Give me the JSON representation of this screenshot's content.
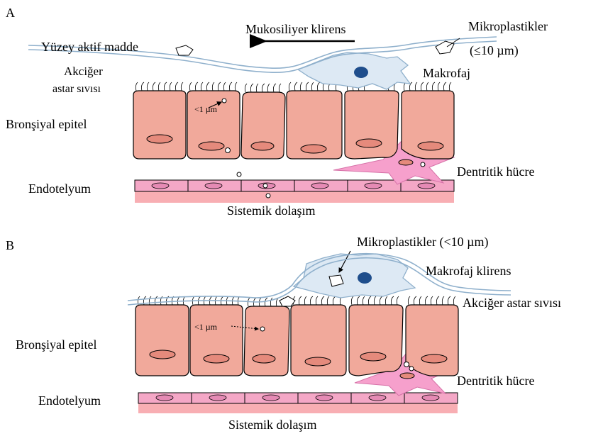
{
  "panel_a": {
    "letter": "A",
    "surfactant": "Yüzey aktif madde",
    "mucociliary": "Mukosiliyer klirens",
    "microplastics_line1": "Mikroplastikler",
    "microplastics_line2": "(≤10 µm)",
    "lining_fluid_line1": "Akciğer",
    "lining_fluid_line2": "astar sıvısı",
    "macrophage": "Makrofaj",
    "particle_size": "<1 µm",
    "bronchial_epithelium": "Bronşiyal epitel",
    "dendritic_cell": "Dentritik hücre",
    "endothelium": "Endotelyum",
    "systemic_circulation": "Sistemik dolaşım"
  },
  "panel_b": {
    "letter": "B",
    "microplastics": "Mikroplastikler (<10 µm)",
    "macrophage_clearance": "Makrofaj klirens",
    "lining_fluid": "Akciğer astar sıvısı",
    "particle_size": "<1 µm",
    "bronchial_epithelium": "Bronşiyal epitel",
    "dendritic_cell": "Dentritik hücre",
    "endothelium": "Endotelyum",
    "systemic_circulation": "Sistemik dolaşım"
  },
  "colors": {
    "epithelial_cell": "#f1a99b",
    "endothelium": "#f4a7c6",
    "macrophage": "#dde9f4",
    "macrophage_nucleus": "#1f4e8c",
    "dendritic_cell": "#f6a0cc",
    "lining_fluid": "#8fb0cc"
  }
}
